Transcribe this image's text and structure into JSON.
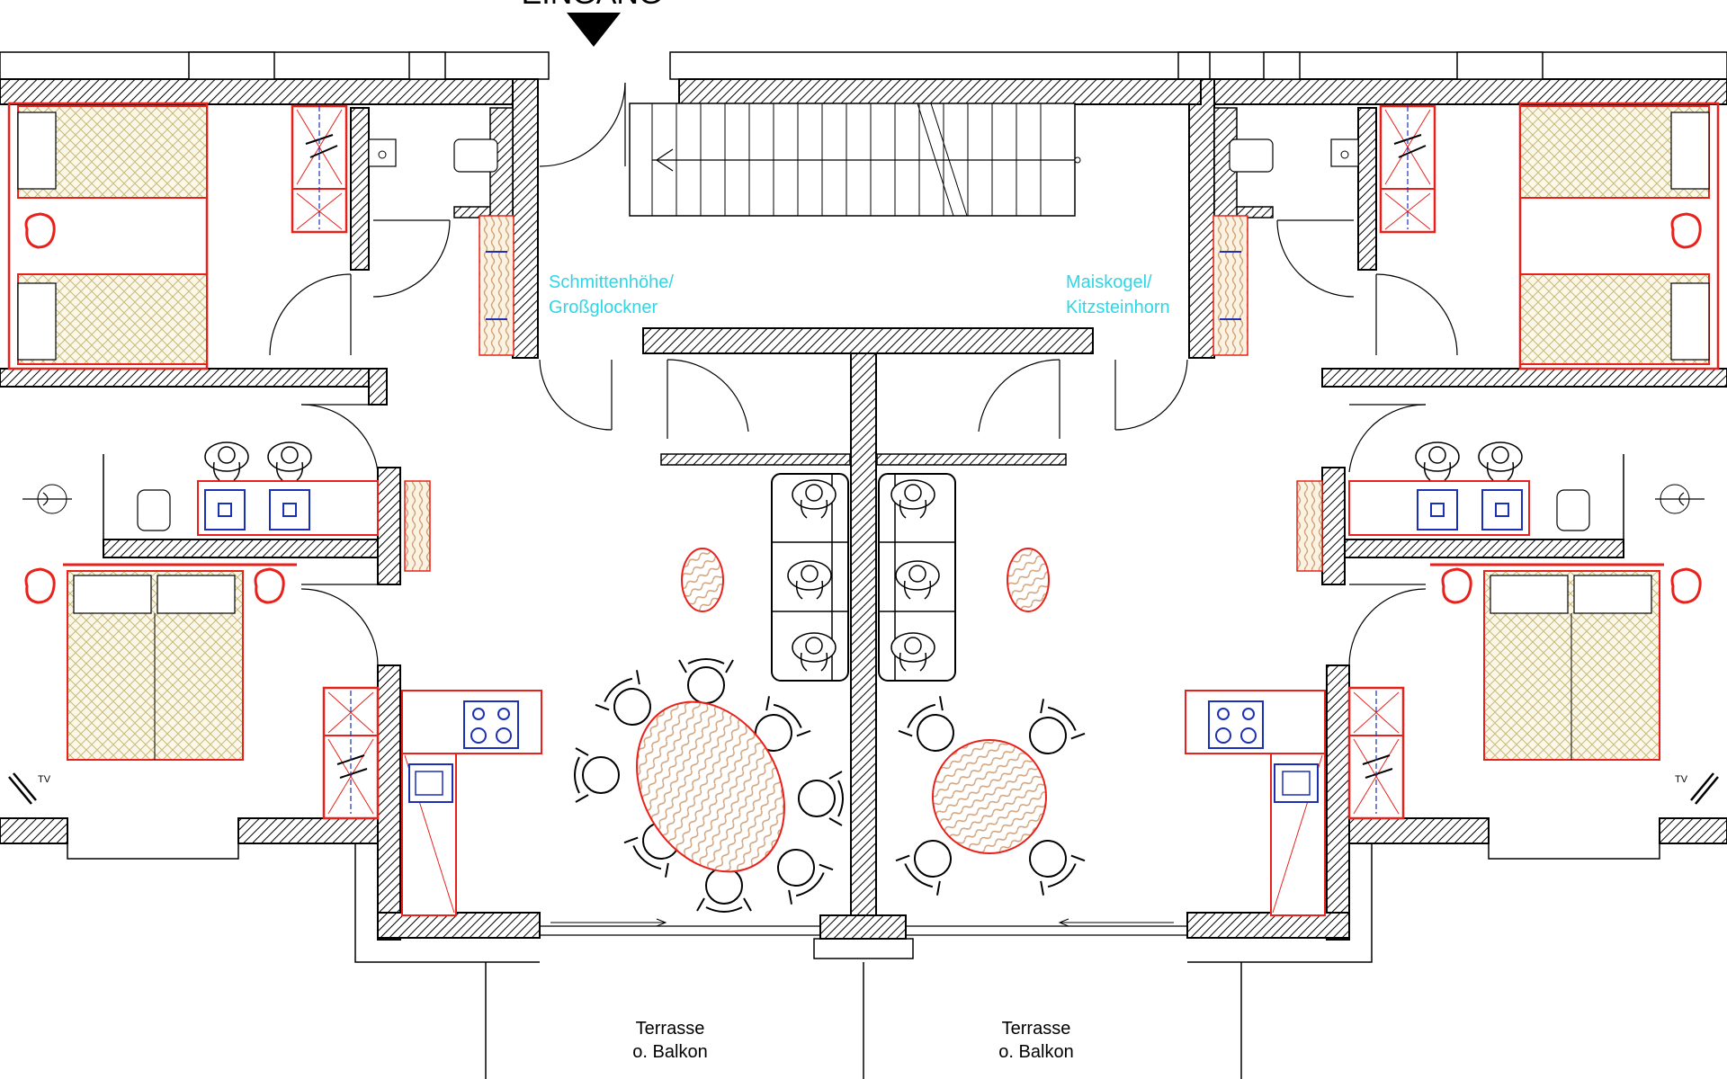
{
  "labels": {
    "entrance": "EINGANG",
    "room_left": [
      "Schmittenhöhe/",
      "Großglockner"
    ],
    "room_right": [
      "Maiskogel/",
      "Kitzsteinhorn"
    ],
    "terrace_left": [
      "Terrasse",
      "o. Balkon"
    ],
    "terrace_right": [
      "Terrasse",
      "o. Balkon"
    ],
    "tv_left": "TV",
    "tv_right": "TV"
  },
  "colors": {
    "walls": "#000000",
    "hatch": "#000000",
    "furniture_red": "#e8221b",
    "wood": "#d2a27a",
    "bed_fill": "#c8b878",
    "sink_blue": "#1c2fb7",
    "room_label": "#2ed6e6",
    "wardrobe_magenta": "#d23fc7"
  },
  "icons": [
    "entrance-arrow-icon",
    "tv-icon",
    "stove-icon",
    "sink-icon",
    "toilet-icon",
    "shower-icon",
    "armchair-icon",
    "chair-icon",
    "person-icon"
  ]
}
